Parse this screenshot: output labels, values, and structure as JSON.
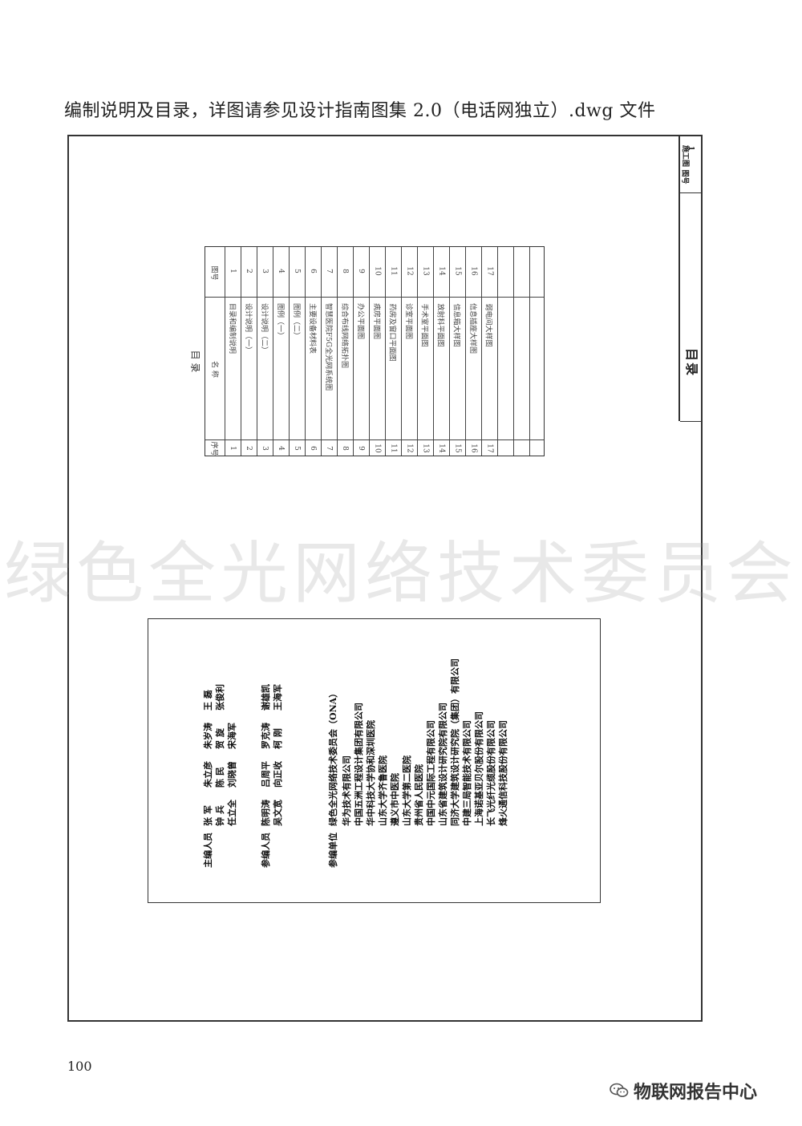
{
  "heading": "编制说明及目录，详图请参见设计指南图集 2.0（电话网独立）.dwg 文件",
  "title_block": {
    "label_top": "施工图",
    "label_sheet": "图号",
    "sheet_no": "1",
    "title": "目录"
  },
  "toc": {
    "title": "目  录",
    "headers": {
      "seq": "序号",
      "name": "名    称",
      "page": "图号"
    },
    "rows": [
      {
        "seq": "1",
        "name": "目录和编制说明",
        "page": "1"
      },
      {
        "seq": "2",
        "name": "设计说明（一）",
        "page": "2"
      },
      {
        "seq": "3",
        "name": "设计说明（二）",
        "page": "3"
      },
      {
        "seq": "4",
        "name": "图例（一）",
        "page": "4"
      },
      {
        "seq": "5",
        "name": "图例（二）",
        "page": "5"
      },
      {
        "seq": "6",
        "name": "主要设备材料表",
        "page": "6"
      },
      {
        "seq": "7",
        "name": "智慧医院F5G全光网系统图",
        "page": "7"
      },
      {
        "seq": "8",
        "name": "综合布线网络拓扑图",
        "page": "8"
      },
      {
        "seq": "9",
        "name": "办公平面图",
        "page": "9"
      },
      {
        "seq": "10",
        "name": "病房平面图",
        "page": "10"
      },
      {
        "seq": "11",
        "name": "药房及窗口平面图",
        "page": "11"
      },
      {
        "seq": "12",
        "name": "诊室平面图",
        "page": "12"
      },
      {
        "seq": "13",
        "name": "手术室平面图",
        "page": "13"
      },
      {
        "seq": "14",
        "name": "放射科平面图",
        "page": "14"
      },
      {
        "seq": "15",
        "name": "信息箱大样图",
        "page": "15"
      },
      {
        "seq": "16",
        "name": "信息插座大样图",
        "page": "16"
      },
      {
        "seq": "17",
        "name": "弱电间大样图",
        "page": "17"
      }
    ]
  },
  "credits": {
    "chief_label": "主编人员",
    "chief_col1": [
      "张  军",
      "钟  兵",
      "任立全"
    ],
    "chief_col2": [
      "朱立彦",
      "陈  民",
      "刘晓曾"
    ],
    "chief_col3": [
      "朱岁涛",
      "贺  旋",
      "宋海军"
    ],
    "chief_col4": [
      "王  磊",
      "张俊利"
    ],
    "participant_label": "参编人员",
    "participant_col1": [
      "陈明涛",
      "吴文宽"
    ],
    "participant_col2": [
      "吕周平",
      "向正收"
    ],
    "participant_col3": [
      "罗克涛",
      "柯  刚"
    ],
    "participant_col4": [
      "谢雄凯",
      "王海军"
    ],
    "units_label": "参编单位",
    "units": [
      "绿色全光网络技术委员会（ONA）",
      "华为技术有限公司",
      "中国五洲工程设计集团有限公司",
      "华中科技大学协和深圳医院",
      "山东大学齐鲁医院",
      "遵义市中医院",
      "山东大学第二医院",
      "贵州省人民医院",
      "中国中元国际工程有限公司",
      "山东省建筑设计研究院有限公司",
      "同济大学建筑设计研究院（集团）有限公司",
      "中建三局智能技术有限公司",
      "上海诺基亚贝尔股份有限公司",
      "长飞光纤光缆股份有限公司",
      "烽火通信科技股份有限公司"
    ]
  },
  "watermark": "绿色全光网络技术委员会",
  "page_number": "100",
  "footer_brand": "物联网报告中心",
  "icons": {
    "footer": "wechat-icon"
  }
}
